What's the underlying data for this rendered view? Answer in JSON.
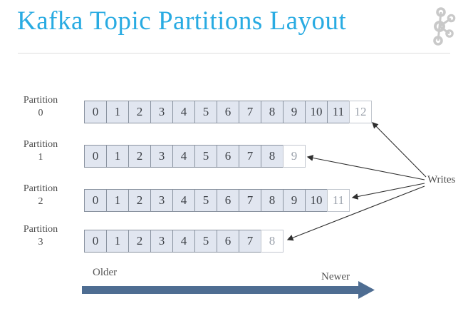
{
  "header": {
    "title": "Kafka Topic Partitions Layout",
    "logo_icon": "kafka-logo-icon"
  },
  "partitions": [
    {
      "name_line1": "Partition",
      "number": "0",
      "filled_offsets": [
        "0",
        "1",
        "2",
        "3",
        "4",
        "5",
        "6",
        "7",
        "8",
        "9",
        "10",
        "11"
      ],
      "next_offset": "12"
    },
    {
      "name_line1": "Partition",
      "number": "1",
      "filled_offsets": [
        "0",
        "1",
        "2",
        "3",
        "4",
        "5",
        "6",
        "7",
        "8"
      ],
      "next_offset": "9"
    },
    {
      "name_line1": "Partition",
      "number": "2",
      "filled_offsets": [
        "0",
        "1",
        "2",
        "3",
        "4",
        "5",
        "6",
        "7",
        "8",
        "9",
        "10"
      ],
      "next_offset": "11"
    },
    {
      "name_line1": "Partition",
      "number": "3",
      "filled_offsets": [
        "0",
        "1",
        "2",
        "3",
        "4",
        "5",
        "6",
        "7"
      ],
      "next_offset": "8"
    }
  ],
  "writes_label": "Writes",
  "timeline": {
    "older_label": "Older",
    "newer_label": "Newer"
  },
  "colors": {
    "title": "#29abe2",
    "divider": "#dcdcdc",
    "label_text": "#4a4a4a",
    "cell_fill": "#e1e6f0",
    "cell_border": "#8a93a0",
    "cell_text": "#3d4147",
    "empty_cell_border": "#c2c7cf",
    "empty_cell_text": "#9aa1ab",
    "writes_arrow": "#2f2f2f",
    "timeline_arrow": "#4e6d92",
    "logo": "#c9c9c9"
  }
}
